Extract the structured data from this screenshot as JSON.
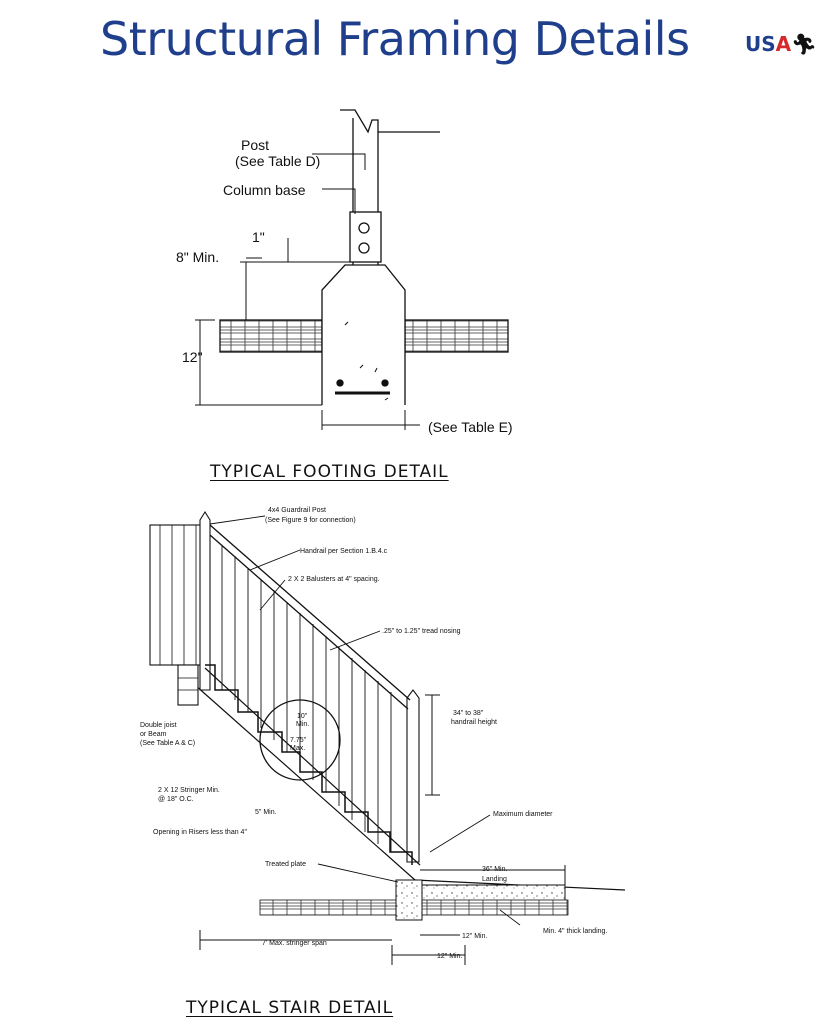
{
  "header": {
    "title": "Structural Framing Details",
    "logo": {
      "part1": "US",
      "part2": "A"
    }
  },
  "footing": {
    "labels": {
      "post": "Post",
      "post_ref": "(See Table D)",
      "column_base": "Column base",
      "dim_1in": "1\"",
      "dim_8min": "8\" Min.",
      "dim_12": "12\"",
      "width_ref": "(See Table E)"
    },
    "caption": "TYPICAL FOOTING DETAIL"
  },
  "stair": {
    "labels": {
      "guardrail_post": "4x4 Guardrail Post",
      "guardrail_post_ref": "(See Figure 9 for connection)",
      "handrail": "Handrail per Section 1.B.4.c",
      "balusters": "2 X 2 Balusters at 4\" spacing.",
      "tread_nosing": ".25\" to 1.25\" tread nosing",
      "rail_height_1": "34\" to 38\"",
      "rail_height_2": "handrail height",
      "tread_1": "10\"",
      "tread_2": "Min.",
      "riser_1": "7.75\"",
      "riser_2": "Max.",
      "joist_1": "Double joist",
      "joist_2": "or Beam",
      "joist_3": "(See Table A & C)",
      "stringer_1": "2 X 12 Stringer Min.",
      "stringer_2": "@ 18\" O.C.",
      "five_min": "5\" Min.",
      "riser_opening": "Opening in Risers less than 4\"",
      "max_diameter": "Maximum diameter",
      "treated_plate": "Treated plate",
      "landing_1": "36\" Min.",
      "landing_2": "Landing",
      "landing_thick": "Min. 4\" thick landing.",
      "twelve_min_a": "12\" Min.",
      "twelve_min_b": "12\" Min.",
      "span": "7' Max. stringer span"
    },
    "caption": "TYPICAL STAIR DETAIL"
  }
}
